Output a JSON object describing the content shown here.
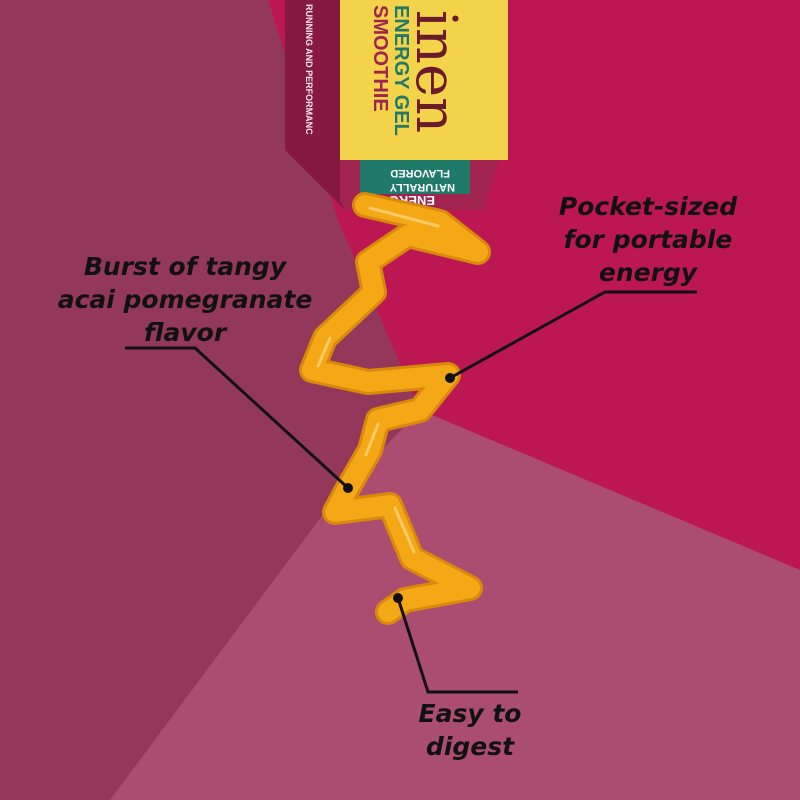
{
  "colors": {
    "bg_left": "#93385a",
    "bg_right": "#bd1753",
    "bg_bottom": "#ab4d70",
    "gel": "#f5a815",
    "gel_dark": "#d98a0a",
    "packet_yellow": "#f2d34a",
    "packet_magenta": "#a0244f",
    "badge_green": "#1f7a6a",
    "line": "#111111"
  },
  "packet": {
    "brand_fragment": "inen",
    "line1": "ENERGY GEL",
    "line2": "SMOOTHIE",
    "side_text": "RUNNING AND PERFORMANC",
    "badge_line1": "NATURALLY",
    "badge_line2": "FLAVORED",
    "bottom_text": "ENERGY"
  },
  "callouts": {
    "flavor": [
      "Burst of tangy",
      "acai pomegranate",
      "flavor"
    ],
    "pocket": [
      "Pocket-sized",
      "for portable",
      "energy"
    ],
    "digest": [
      "Easy to",
      "digest"
    ]
  }
}
